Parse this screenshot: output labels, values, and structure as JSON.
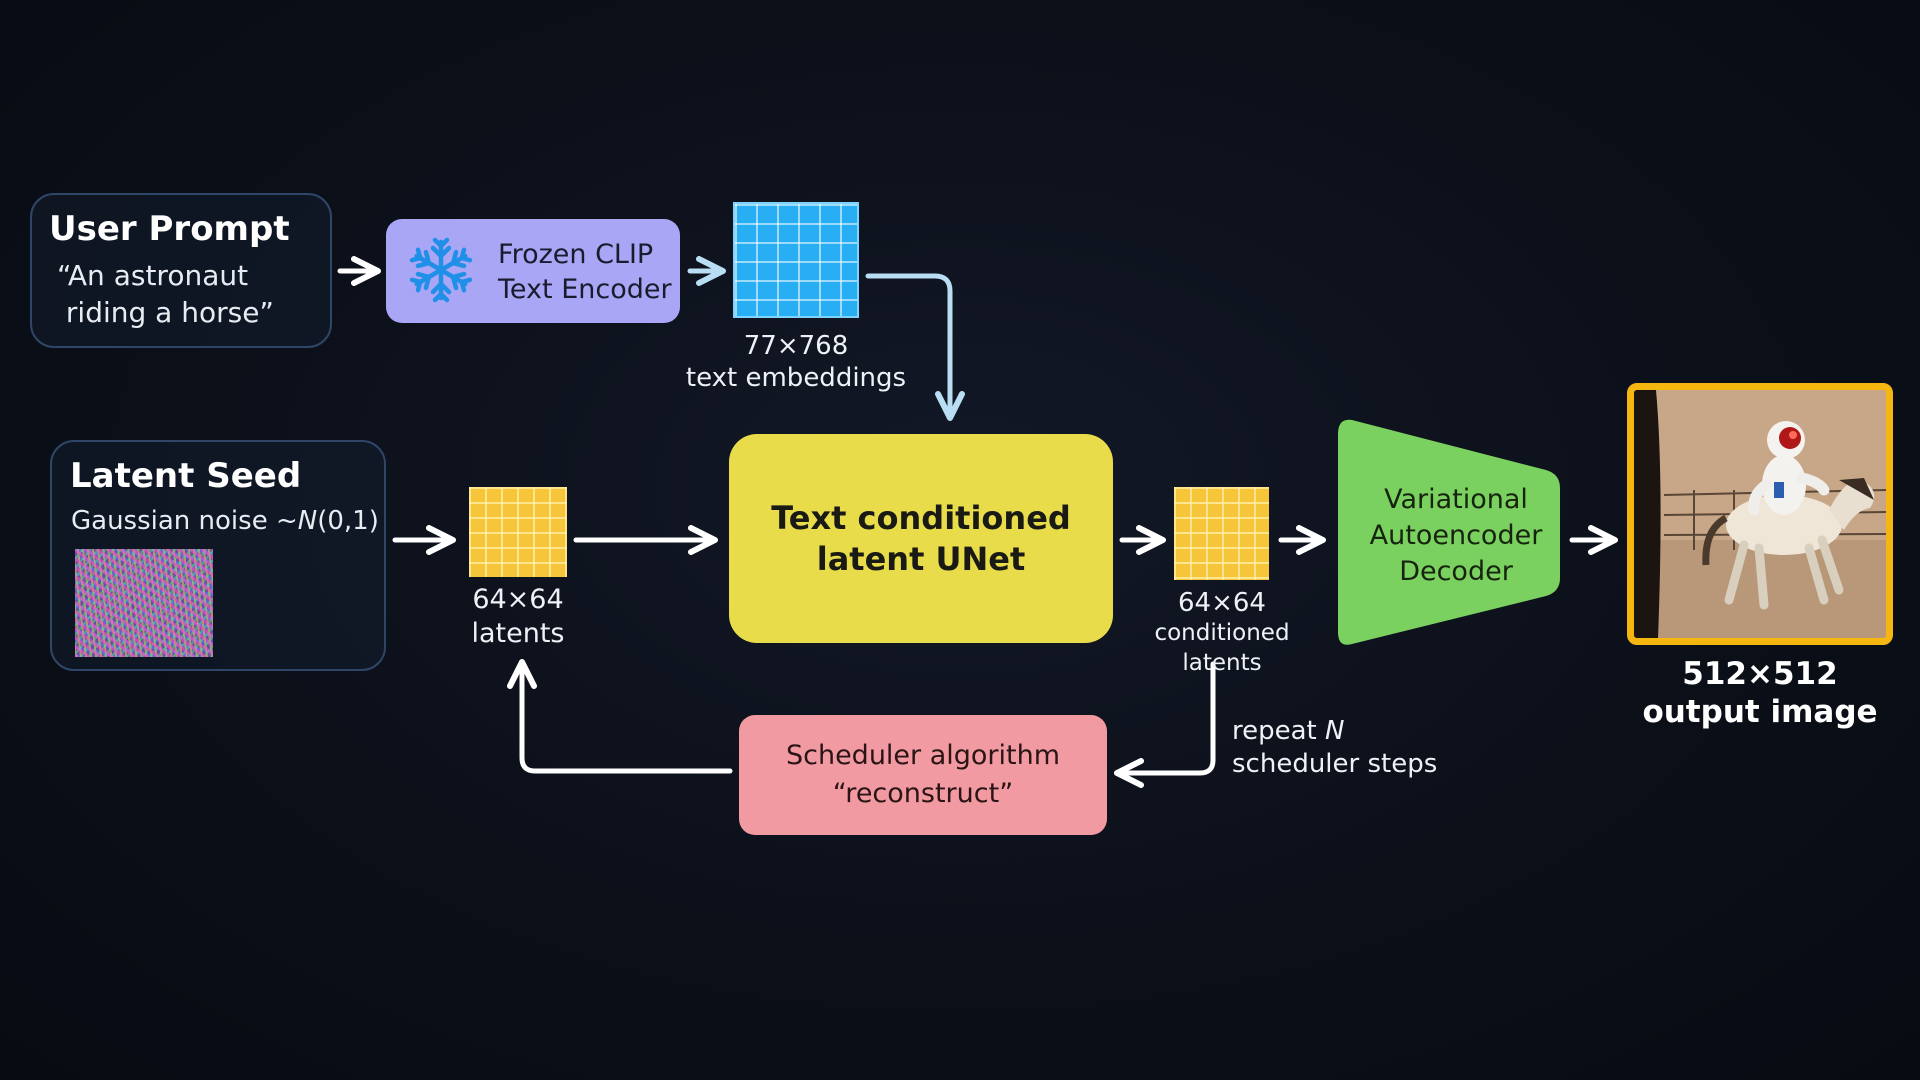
{
  "user_prompt": {
    "title": "User Prompt",
    "text": "“An astronaut\n riding a horse”"
  },
  "clip_encoder": {
    "label": "Frozen CLIP\nText Encoder",
    "icon": "snowflake-icon"
  },
  "text_embeddings": {
    "size": "77×768",
    "label": "text embeddings"
  },
  "latent_seed": {
    "title": "Latent Seed",
    "text_prefix": "Gaussian noise ~",
    "text_italic": "N",
    "text_suffix": "(0,1)"
  },
  "latents": {
    "size": "64×64",
    "label": "latents"
  },
  "unet": {
    "label": "Text conditioned\nlatent UNet"
  },
  "conditioned_latents": {
    "size": "64×64",
    "label": "conditioned latents"
  },
  "vae_decoder": {
    "label": "Variational\nAutoencoder\nDecoder"
  },
  "output_image": {
    "size": "512×512",
    "label": "output image"
  },
  "scheduler": {
    "label": "Scheduler algorithm\n“reconstruct”"
  },
  "repeat": {
    "prefix": "repeat ",
    "italic": "N",
    "line2": "scheduler steps"
  },
  "colors": {
    "clip": "#a9a6f5",
    "unet": "#e9dc4a",
    "vae": "#7bd15f",
    "scheduler": "#f29aa2",
    "embedding_grid": "#27aef3",
    "latent_grid": "#f7c53a",
    "output_frame": "#f5b70f",
    "card_border": "#2f4668",
    "feedback_arrow": "#b9ddf3"
  }
}
